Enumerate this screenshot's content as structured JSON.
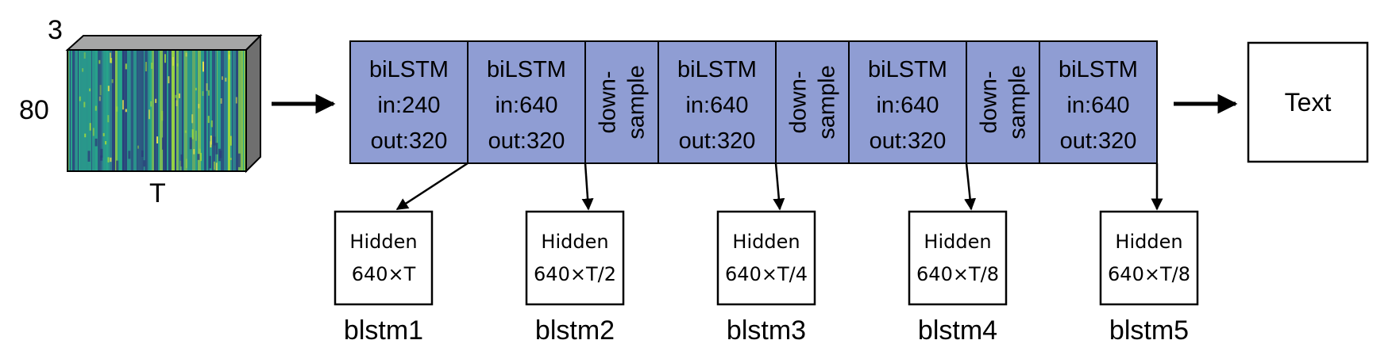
{
  "input": {
    "depth_label": "3",
    "height_label": "80",
    "time_label": "T",
    "spectrogram_colors": {
      "base": "#2e7f8c",
      "dark": "#2b3f7a",
      "mid": "#26a88a",
      "bright": "#9fd83c",
      "peak": "#e9e34a"
    },
    "side_color": "#6f6f6f",
    "top_color": "#a6a6a6"
  },
  "encoder": {
    "fill_color": "#8f9dd3",
    "blocks": [
      {
        "type": "bilstm",
        "lines": [
          "biLSTM",
          "in:240",
          "out:320"
        ]
      },
      {
        "type": "bilstm",
        "lines": [
          "biLSTM",
          "in:640",
          "out:320"
        ]
      },
      {
        "type": "downsample",
        "lines": [
          "down-",
          "sample"
        ]
      },
      {
        "type": "bilstm",
        "lines": [
          "biLSTM",
          "in:640",
          "out:320"
        ]
      },
      {
        "type": "downsample",
        "lines": [
          "down-",
          "sample"
        ]
      },
      {
        "type": "bilstm",
        "lines": [
          "biLSTM",
          "in:640",
          "out:320"
        ]
      },
      {
        "type": "downsample",
        "lines": [
          "down-",
          "sample"
        ]
      },
      {
        "type": "bilstm",
        "lines": [
          "biLSTM",
          "in:640",
          "out:320"
        ]
      }
    ]
  },
  "output": {
    "label": "Text"
  },
  "hidden": [
    {
      "title": "Hidden",
      "shape": "640×T",
      "name": "blstm1"
    },
    {
      "title": "Hidden",
      "shape": "640×T/2",
      "name": "blstm2"
    },
    {
      "title": "Hidden",
      "shape": "640×T/4",
      "name": "blstm3"
    },
    {
      "title": "Hidden",
      "shape": "640×T/8",
      "name": "blstm4"
    },
    {
      "title": "Hidden",
      "shape": "640×T/8",
      "name": "blstm5"
    }
  ]
}
